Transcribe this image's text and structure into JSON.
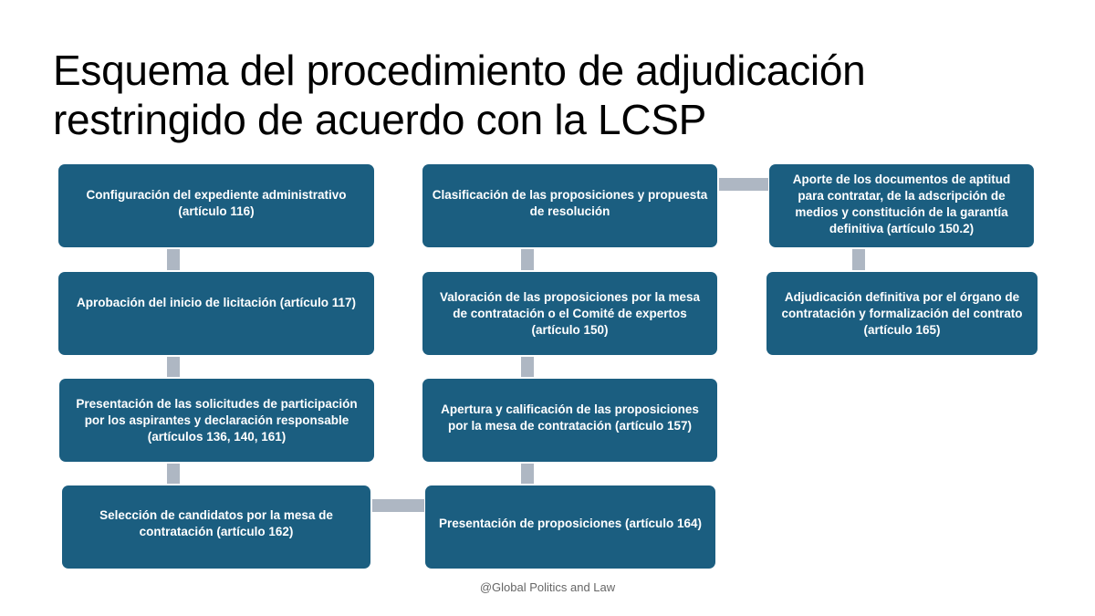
{
  "slide": {
    "title": "Esquema del procedimiento de adjudicación restringido de acuerdo con la LCSP",
    "footer": "@Global Politics and Law",
    "colors": {
      "box": "#1b5e80",
      "connector": "#aeb7c3",
      "box_text": "#ffffff"
    }
  },
  "steps": [
    {
      "id": 1,
      "text": "Configuración del expediente administrativo (artículo 116)"
    },
    {
      "id": 2,
      "text": "Aprobación del inicio de licitación (artículo 117)"
    },
    {
      "id": 3,
      "text": "Presentación de las solicitudes de participación por los aspirantes y declaración responsable (artículos 136, 140, 161)"
    },
    {
      "id": 4,
      "text": "Selección de candidatos por la mesa de contratación (artículo 162)"
    },
    {
      "id": 5,
      "text": "Presentación de proposiciones (artículo 164)"
    },
    {
      "id": 6,
      "text": "Apertura y calificación de las proposiciones por la mesa de contratación (artículo 157)"
    },
    {
      "id": 7,
      "text": "Valoración de las proposiciones por la mesa de contratación o el Comité de expertos (artículo 150)"
    },
    {
      "id": 8,
      "text": "Clasificación de las proposiciones y propuesta de resolución"
    },
    {
      "id": 9,
      "text": "Aporte de los documentos de aptitud para contratar, de la adscripción de medios y constitución de la garantía definitiva (artículo 150.2)"
    },
    {
      "id": 10,
      "text": "Adjudicación definitiva por el órgano de contratación y formalización del contrato (artículo 165)"
    }
  ]
}
